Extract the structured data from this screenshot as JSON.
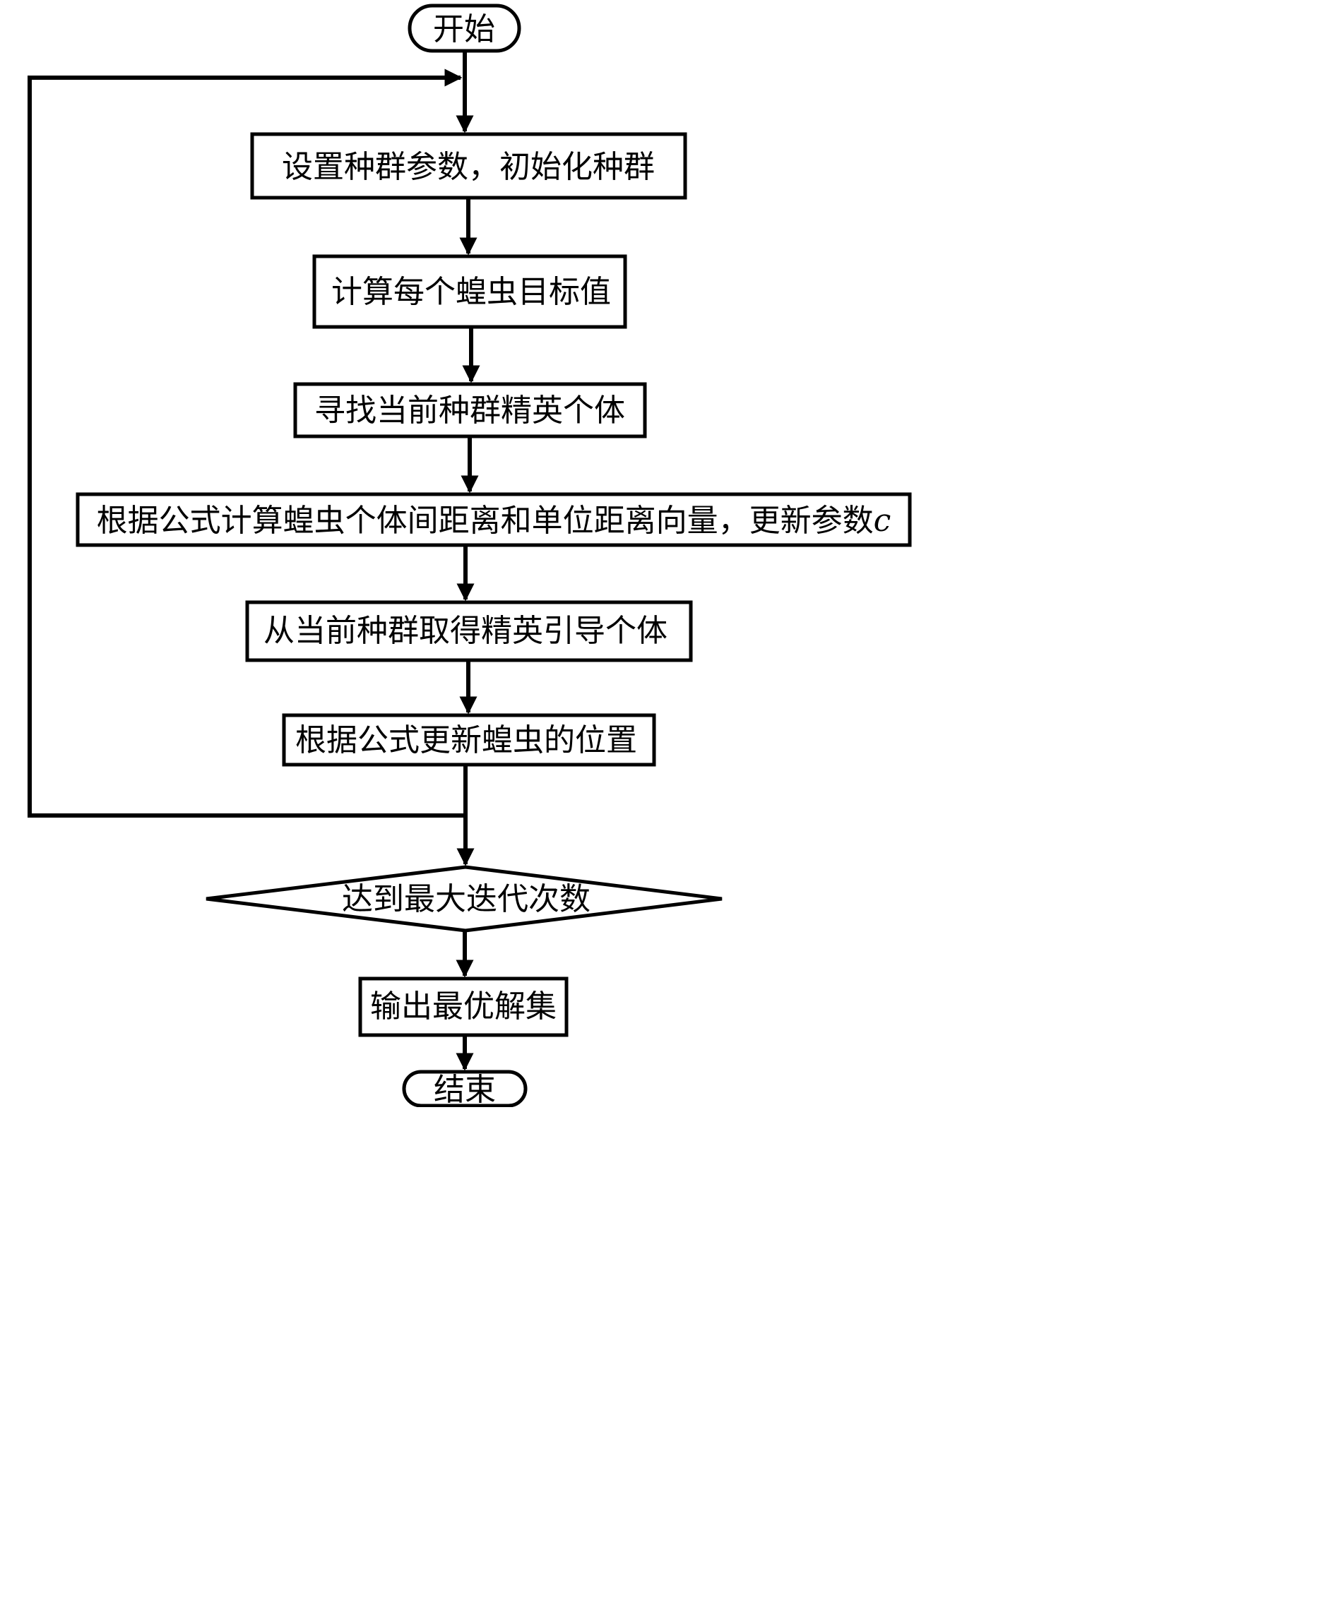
{
  "nodes": {
    "start": "开始",
    "init": "设置种群参数，初始化种群",
    "evaluate": "计算每个蝗虫目标值",
    "find_elite": "寻找当前种群精英个体",
    "compute_distance": "根据公式计算蝗虫个体间距离和单位距离向量，更新参数",
    "compute_distance_param": "c",
    "select_leader": "从当前种群取得精英引导个体",
    "update_position": "根据公式更新蝗虫的位置",
    "decision": "达到最大迭代次数",
    "output": "输出最优解集",
    "end": "结束"
  }
}
